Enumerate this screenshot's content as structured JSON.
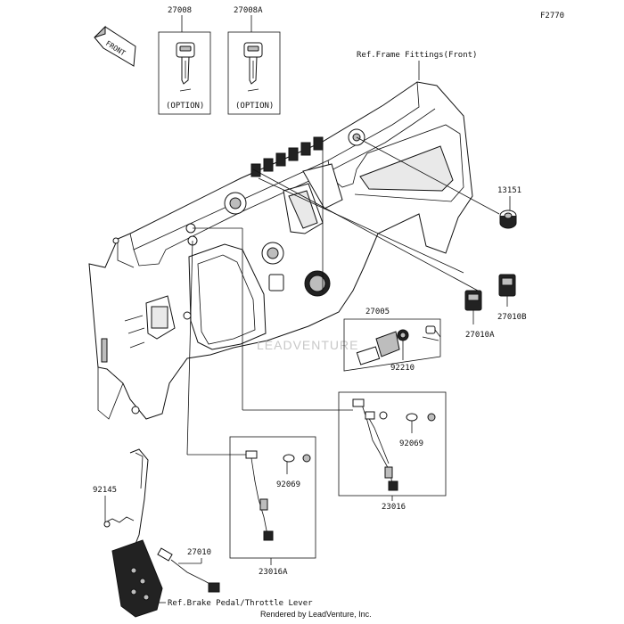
{
  "figure_code": "F2770",
  "front_badge": "FRONT",
  "watermark": "LEADVENTURE",
  "footer_text": "Rendered by LeadVenture, Inc.",
  "option_boxes": [
    {
      "part_no": "27008",
      "note": "(OPTION)"
    },
    {
      "part_no": "27008A",
      "note": "(OPTION)"
    }
  ],
  "references": {
    "frame_fittings": "Ref.Frame Fittings(Front)",
    "brake_pedal": "Ref.Brake Pedal/Throttle Lever"
  },
  "part_labels": {
    "p13151": "13151",
    "p27010B": "27010B",
    "p27010A": "27010A",
    "p27005": "27005",
    "p92210": "92210",
    "p92069_right": "92069",
    "p92069_mid": "92069",
    "p23016": "23016",
    "p23016A": "23016A",
    "p92145": "92145",
    "p27010": "27010"
  },
  "colors": {
    "line": "#111111",
    "panel_dark": "#222222",
    "panel_mid": "#bdbdbd",
    "watermark": "#c8c8c8"
  }
}
